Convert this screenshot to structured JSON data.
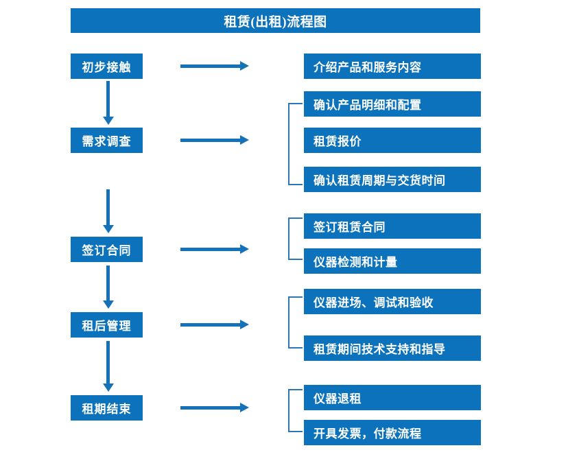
{
  "diagram": {
    "title": "租赁(出租)流程图",
    "accent_color": "#0C72BB",
    "arrow_color": "#1572B8",
    "bracket_color": "#2E75B6",
    "text_color": "#FFFFFF",
    "background_color": "#FFFFFF"
  },
  "stages": [
    {
      "label": "初步接触"
    },
    {
      "label": "需求调查"
    },
    {
      "label": "签订合同"
    },
    {
      "label": "租后管理"
    },
    {
      "label": "租期结束"
    }
  ],
  "details": [
    {
      "label": "介绍产品和服务内容"
    },
    {
      "label": "确认产品明细和配置"
    },
    {
      "label": "租赁报价"
    },
    {
      "label": "确认租赁周期与交货时间"
    },
    {
      "label": "签订租赁合同"
    },
    {
      "label": "仪器检测和计量"
    },
    {
      "label": "仪器进场、调试和验收"
    },
    {
      "label": "租赁期间技术支持和指导"
    },
    {
      "label": "仪器退租"
    },
    {
      "label": "开具发票，付款流程"
    }
  ],
  "flow": [
    {
      "stage": "初步接触",
      "details": [
        "介绍产品和服务内容"
      ]
    },
    {
      "stage": "需求调查",
      "details": [
        "确认产品明细和配置",
        "租赁报价",
        "确认租赁周期与交货时间"
      ]
    },
    {
      "stage": "签订合同",
      "details": [
        "签订租赁合同",
        "仪器检测和计量"
      ]
    },
    {
      "stage": "租后管理",
      "details": [
        "仪器进场、调试和验收",
        "租赁期间技术支持和指导"
      ]
    },
    {
      "stage": "租期结束",
      "details": [
        "仪器退租",
        "开具发票，付款流程"
      ]
    }
  ]
}
